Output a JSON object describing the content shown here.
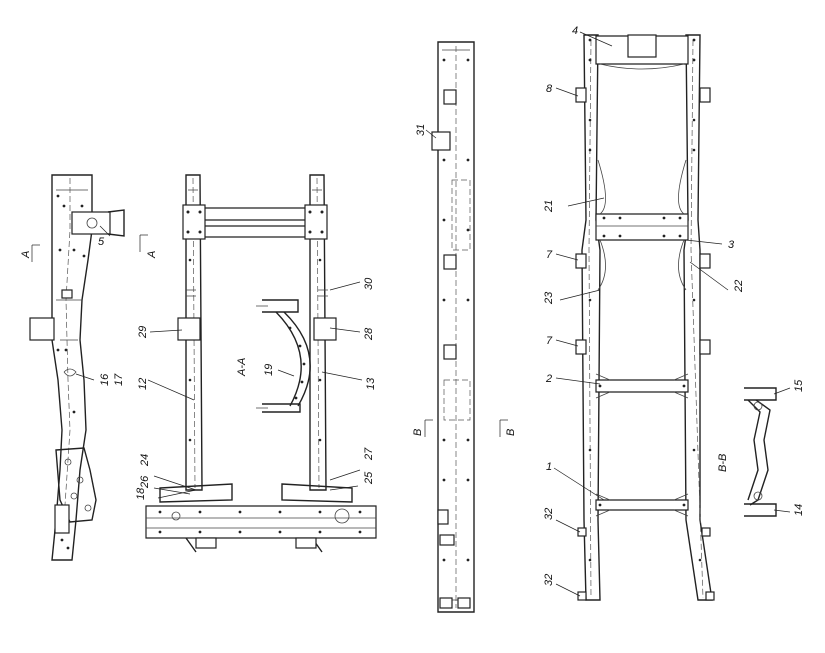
{
  "labels": {
    "l1": "1",
    "l2": "2",
    "l3": "3",
    "l4": "4",
    "l5": "5",
    "l7a": "7",
    "l7b": "7",
    "l8": "8",
    "l12": "12",
    "l13": "13",
    "l14": "14",
    "l15": "15",
    "l16": "16",
    "l17": "17",
    "l18": "18",
    "l19": "19",
    "l21": "21",
    "l22": "22",
    "l23": "23",
    "l24": "24",
    "l25": "25",
    "l26": "26",
    "l27": "27",
    "l28": "28",
    "l29": "29",
    "l30": "30",
    "l31": "31",
    "l32a": "32",
    "l32b": "32"
  },
  "sections": {
    "a_left": "A",
    "a_right": "A",
    "aa": "A-A",
    "b_left": "B",
    "b_right": "B",
    "bb": "B-B"
  }
}
